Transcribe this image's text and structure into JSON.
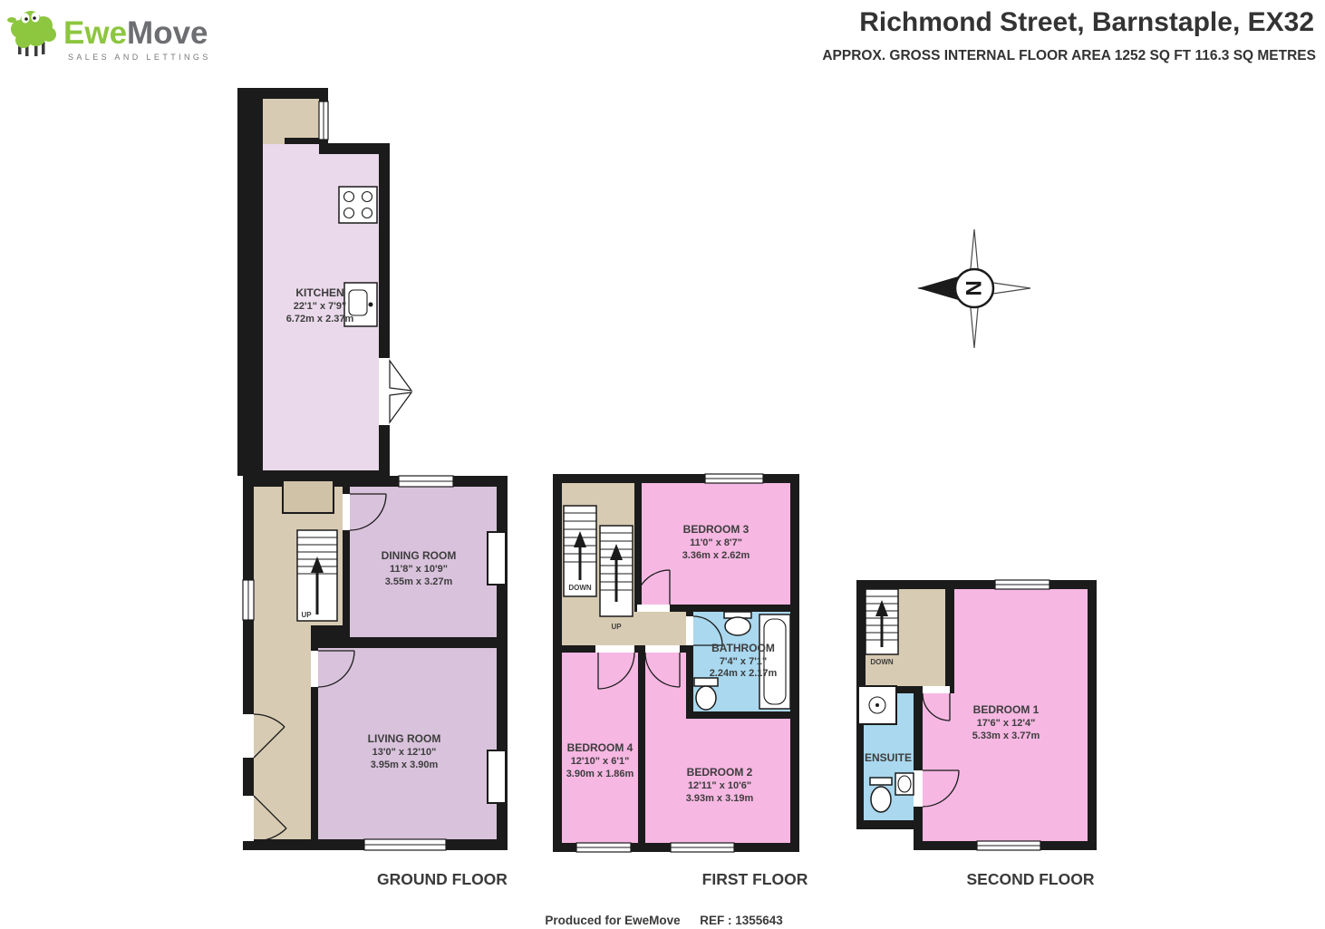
{
  "colors": {
    "wall": "#1b1b1b",
    "kitchen": "#ead9ea",
    "reception": "#d9c2dc",
    "bedroom": "#f6b7e2",
    "bathroom": "#a9d8ef",
    "hall": "#d8cbb3",
    "entry_mat": "#cfc2a7",
    "brand_green": "#8dc63f",
    "brand_gray": "#6d6e71"
  },
  "logo": {
    "brand_ewe": "Ewe",
    "brand_move": "Move",
    "tagline": "SALES AND LETTINGS"
  },
  "header": {
    "title": "Richmond Street, Barnstaple, EX32",
    "subtitle": "APPROX. GROSS INTERNAL FLOOR AREA 1252 SQ FT 116.3 SQ METRES"
  },
  "compass": {
    "north": "N"
  },
  "floors": {
    "ground": {
      "label": "GROUND FLOOR",
      "kitchen": {
        "name": "KITCHEN",
        "imperial": "22'1\" x 7'9\"",
        "metric": "6.72m x 2.37m"
      },
      "dining": {
        "name": "DINING ROOM",
        "imperial": "11'8\" x 10'9\"",
        "metric": "3.55m x 3.27m"
      },
      "living": {
        "name": "LIVING ROOM",
        "imperial": "13'0\" x 12'10\"",
        "metric": "3.95m x 3.90m"
      },
      "stairs_up": "UP"
    },
    "first": {
      "label": "FIRST FLOOR",
      "bedroom3": {
        "name": "BEDROOM 3",
        "imperial": "11'0\" x 8'7\"",
        "metric": "3.36m x 2.62m"
      },
      "bathroom": {
        "name": "BATHROOM",
        "imperial": "7'4\" x 7'1\"",
        "metric": "2.24m x 2.17m"
      },
      "bedroom4": {
        "name": "BEDROOM 4",
        "imperial": "12'10\" x 6'1\"",
        "metric": "3.90m x 1.86m"
      },
      "bedroom2": {
        "name": "BEDROOM 2",
        "imperial": "12'11\" x 10'6\"",
        "metric": "3.93m x 3.19m"
      },
      "stairs_down": "DOWN",
      "stairs_up": "UP"
    },
    "second": {
      "label": "SECOND FLOOR",
      "bedroom1": {
        "name": "BEDROOM 1",
        "imperial": "17'6\" x 12'4\"",
        "metric": "5.33m x 3.77m"
      },
      "ensuite": {
        "name": "ENSUITE"
      },
      "stairs_down": "DOWN"
    }
  },
  "footer": {
    "produced": "Produced for EweMove",
    "ref": "REF : 1355643"
  }
}
